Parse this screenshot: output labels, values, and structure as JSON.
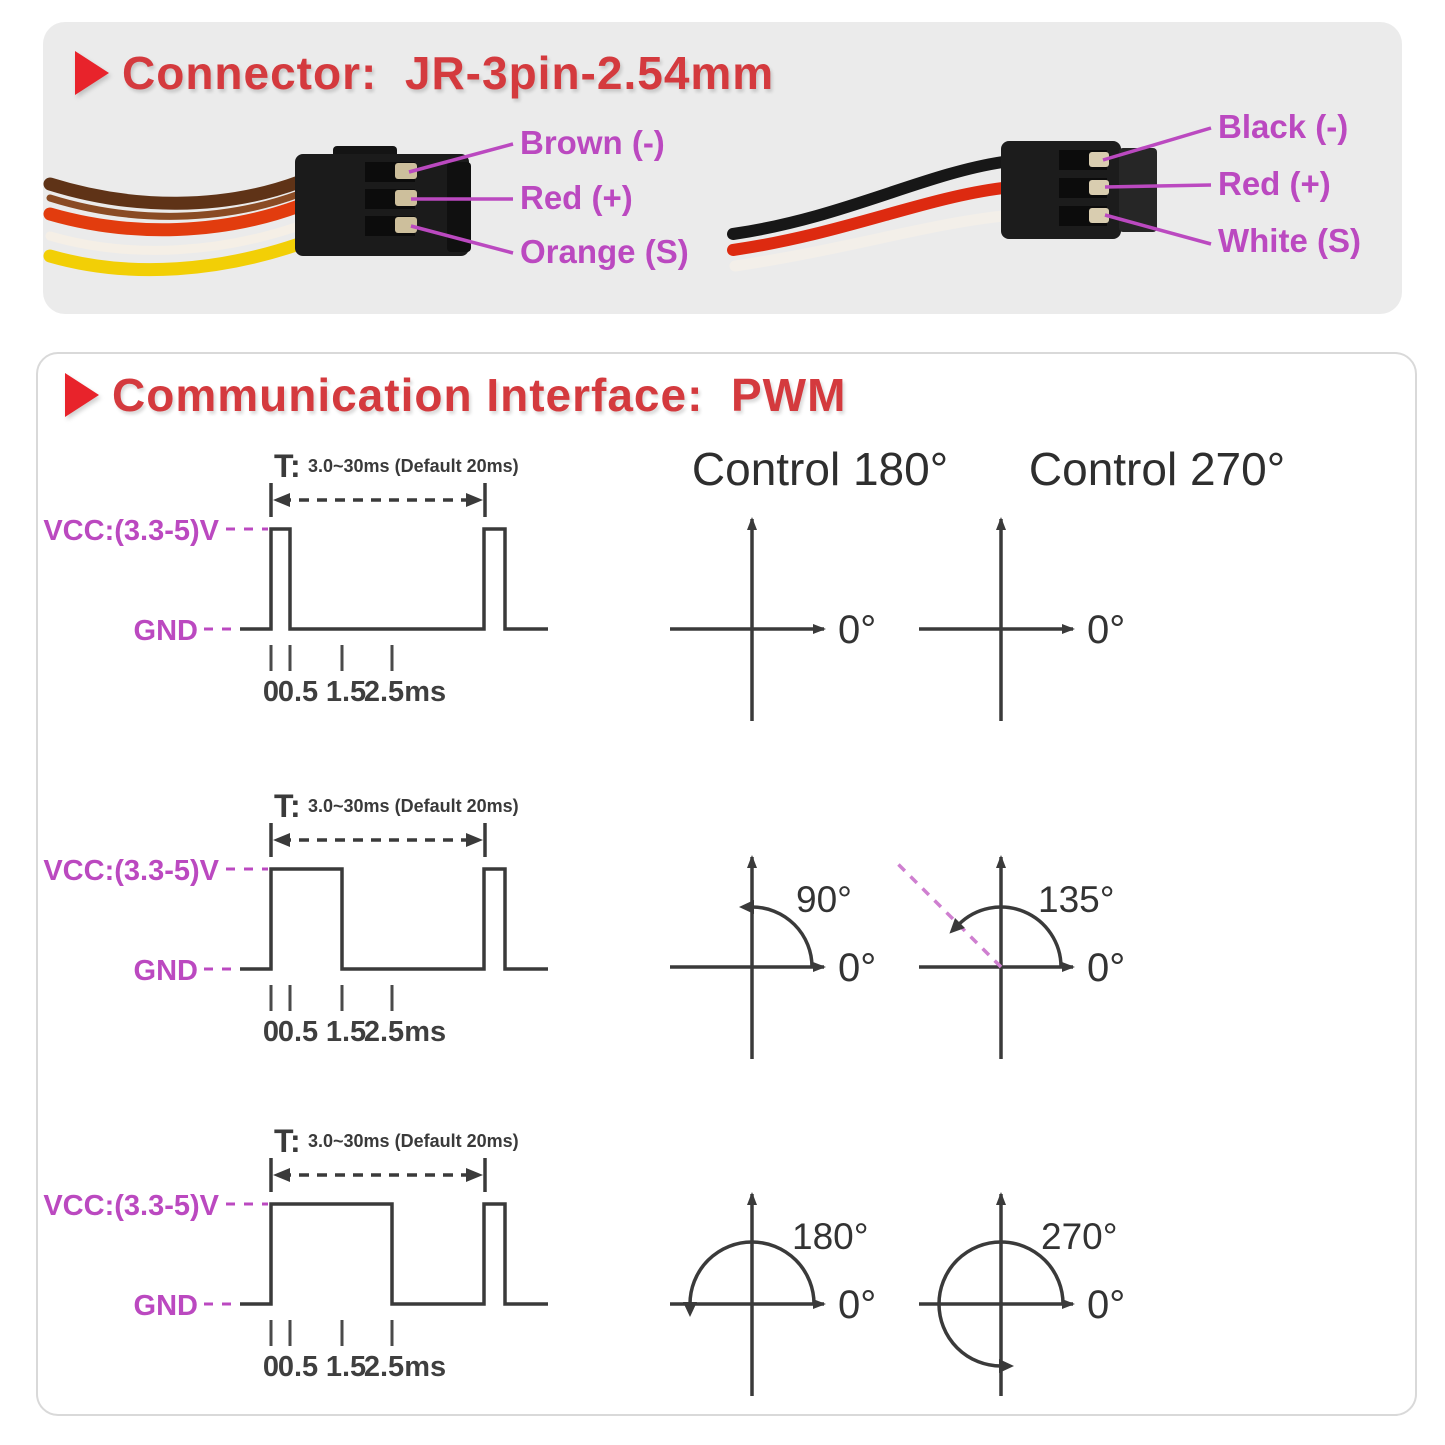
{
  "colors": {
    "accent_red": "#d43a3e",
    "triangle_red": "#e8232b",
    "magenta_label": "#bb49c0",
    "diagram_line": "#3a3a3a",
    "panel_gray": "#ebebeb",
    "panel_border": "#d9d9d9",
    "dashed_pink": "#cf7fd0",
    "wire_brown": "#5f3317",
    "wire_red": "#e23c0e",
    "wire_yellow": "#f2cf06",
    "wire_black": "#171717",
    "wire_white": "#f3efe9"
  },
  "connector_panel": {
    "title": "Connector:  JR-3pin-2.54mm",
    "left_connector": {
      "labels": [
        "Brown (-)",
        "Red (+)",
        "Orange (S)"
      ]
    },
    "right_connector": {
      "labels": [
        "Black (-)",
        "Red (+)",
        "White (S)"
      ]
    }
  },
  "pwm_panel": {
    "title": "Communication Interface:  PWM",
    "column_headers": [
      "Control 180°",
      "Control 270°"
    ],
    "waveform_labels": {
      "period_prefix": "T:",
      "period_value": "3.0~30ms (Default 20ms)",
      "high_level": "VCC:(3.3-5)V",
      "low_level": "GND",
      "ticks": [
        "0",
        "0.5",
        "1.5",
        "2.5ms"
      ]
    },
    "zero_label": "0°",
    "rows": [
      {
        "pulse_width_ms": 0.5,
        "control_180_angle": "0°",
        "control_270_angle": "0°"
      },
      {
        "pulse_width_ms": 1.5,
        "control_180_angle": "90°",
        "control_270_angle": "135°"
      },
      {
        "pulse_width_ms": 2.5,
        "control_180_angle": "180°",
        "control_270_angle": "270°"
      }
    ]
  }
}
